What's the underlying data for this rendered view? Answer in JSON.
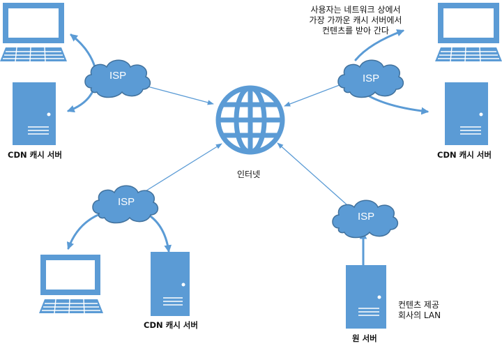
{
  "colors": {
    "shape_fill": "#5b9bd5",
    "shape_stroke": "#41719c",
    "arrow": "#5b9bd5",
    "text": "#111111",
    "background": "#ffffff"
  },
  "labels": {
    "internet": "인터넷",
    "isp": "ISP",
    "cdn_cache_server": "CDN 캐시 서버",
    "origin_server": "원 서버",
    "user_note": [
      "사용자는 네트워크 상에서",
      "가장 가까운 캐시 서버에서",
      "컨텐츠를 받아 간다"
    ],
    "provider_lan": [
      "컨텐츠 제공",
      "회사의 LAN"
    ]
  },
  "nodes": {
    "internet": {
      "icon": "globe-icon"
    },
    "isp_clouds": [
      {
        "id": "isp-top-left",
        "icon": "cloud-icon"
      },
      {
        "id": "isp-top-right",
        "icon": "cloud-icon"
      },
      {
        "id": "isp-bottom-left",
        "icon": "cloud-icon"
      },
      {
        "id": "isp-origin",
        "icon": "cloud-icon"
      }
    ],
    "computers": [
      {
        "id": "pc-top-left",
        "icon": "desktop-computer-icon"
      },
      {
        "id": "pc-top-right",
        "icon": "desktop-computer-icon"
      },
      {
        "id": "pc-bottom-left",
        "icon": "desktop-computer-icon"
      }
    ],
    "servers": [
      {
        "id": "cdn-server-top-left",
        "icon": "server-tower-icon"
      },
      {
        "id": "cdn-server-top-right",
        "icon": "server-tower-icon"
      },
      {
        "id": "cdn-server-bottom",
        "icon": "server-tower-icon"
      },
      {
        "id": "origin-server",
        "icon": "server-tower-icon"
      }
    ]
  },
  "connections": [
    {
      "from": "isp-top-left",
      "to": "internet"
    },
    {
      "from": "isp-top-right",
      "to": "internet"
    },
    {
      "from": "isp-bottom-left",
      "to": "internet"
    },
    {
      "from": "isp-origin",
      "to": "internet"
    },
    {
      "from": "isp-top-left",
      "to": "pc-top-left"
    },
    {
      "from": "isp-top-left",
      "to": "cdn-server-top-left"
    },
    {
      "from": "isp-top-right",
      "to": "pc-top-right"
    },
    {
      "from": "isp-top-right",
      "to": "cdn-server-top-right"
    },
    {
      "from": "isp-bottom-left",
      "to": "pc-bottom-left"
    },
    {
      "from": "isp-bottom-left",
      "to": "cdn-server-bottom"
    },
    {
      "from": "origin-server",
      "to": "isp-origin"
    }
  ]
}
